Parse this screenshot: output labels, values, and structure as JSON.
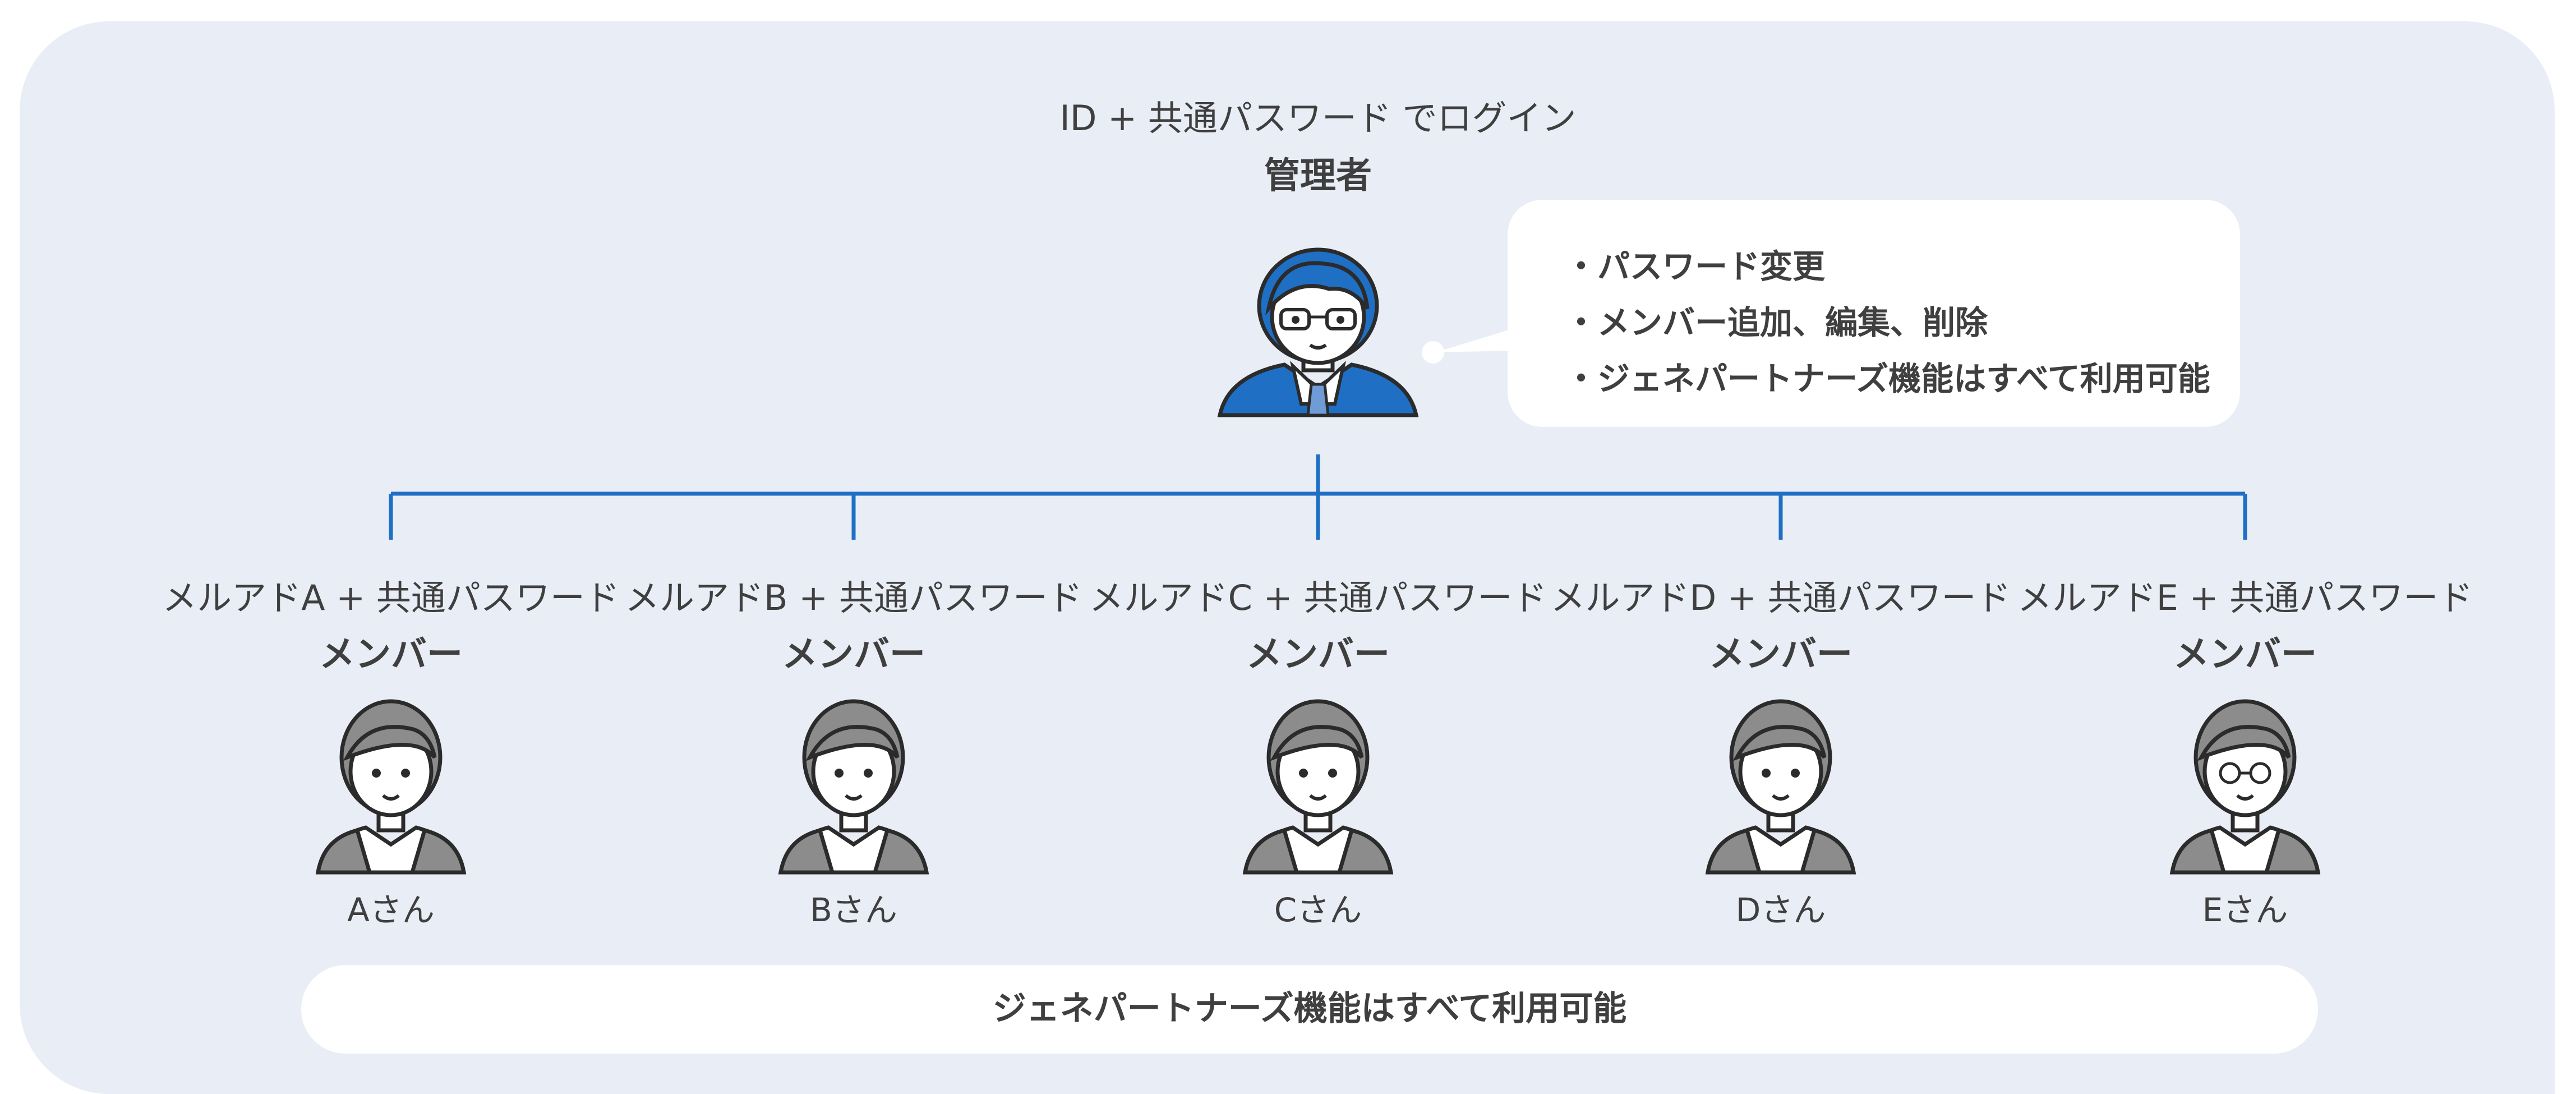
{
  "admin": {
    "login_text": "ID + 共通パスワード でログイン",
    "role": "管理者",
    "permissions": [
      "パスワード変更",
      "メンバー追加、編集、削除",
      "ジェネパートナーズ機能はすべて利用可能"
    ]
  },
  "members": [
    {
      "credentials": "メルアドA + 共通パスワード",
      "role": "メンバー",
      "name": "Aさん"
    },
    {
      "credentials": "メルアドB + 共通パスワード",
      "role": "メンバー",
      "name": "Bさん"
    },
    {
      "credentials": "メルアドC + 共通パスワード",
      "role": "メンバー",
      "name": "Cさん"
    },
    {
      "credentials": "メルアドD + 共通パスワード",
      "role": "メンバー",
      "name": "Dさん"
    },
    {
      "credentials": "メルアドE + 共通パスワード",
      "role": "メンバー",
      "name": "Eさん"
    }
  ],
  "footer": {
    "text": "ジェネパートナーズ機能はすべて利用可能"
  },
  "colors": {
    "panel_bg": "#e9edf6",
    "connector": "#1f6fc5",
    "admin_hair": "#1f6fc5",
    "member_hair": "#8c8c8c",
    "text": "#3f3f3f"
  }
}
